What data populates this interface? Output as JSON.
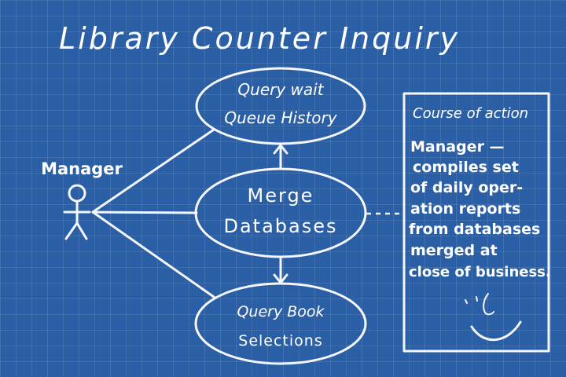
{
  "title": "Library Counter Inquiry",
  "actor": {
    "label": "Manager"
  },
  "use_cases": [
    {
      "id": "query-wait",
      "lines": [
        "Query wait",
        "Queue History"
      ]
    },
    {
      "id": "merge",
      "lines": [
        "Merge",
        "Databases"
      ]
    },
    {
      "id": "query-book",
      "lines": [
        "Query Book",
        "Selections"
      ]
    }
  ],
  "note": {
    "heading": "Course of action",
    "lines": [
      "Manager —",
      "compiles set",
      "of daily oper-",
      "ation reports",
      "from databases",
      "merged at",
      "close of business."
    ]
  },
  "colors": {
    "background": "#2a5fa6",
    "ink": "#ffffff"
  },
  "icons": [
    "stick-figure-icon",
    "smiley-doodle-icon"
  ]
}
